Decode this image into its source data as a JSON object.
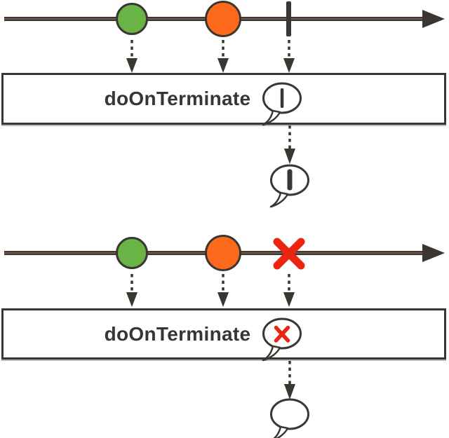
{
  "diagram_type": "marble-diagram",
  "operator": {
    "box1_label": "doOnTerminate",
    "box2_label": "doOnTerminate"
  },
  "colors": {
    "ink": "#3a3631",
    "green_marble": "#6ab446",
    "orange_marble": "#fd6a1c",
    "error_red": "#ee2413",
    "bubble_fill": "#ffffff"
  },
  "icons": {
    "complete_event": "vertical-bar",
    "error_event": "red-cross",
    "side_effect_on_complete": "speech-bubble-with-bar",
    "side_effect_on_error": "speech-bubble-with-cross",
    "output_on_complete": "speech-bubble-with-bar",
    "output_on_error": "empty-speech-bubble"
  }
}
